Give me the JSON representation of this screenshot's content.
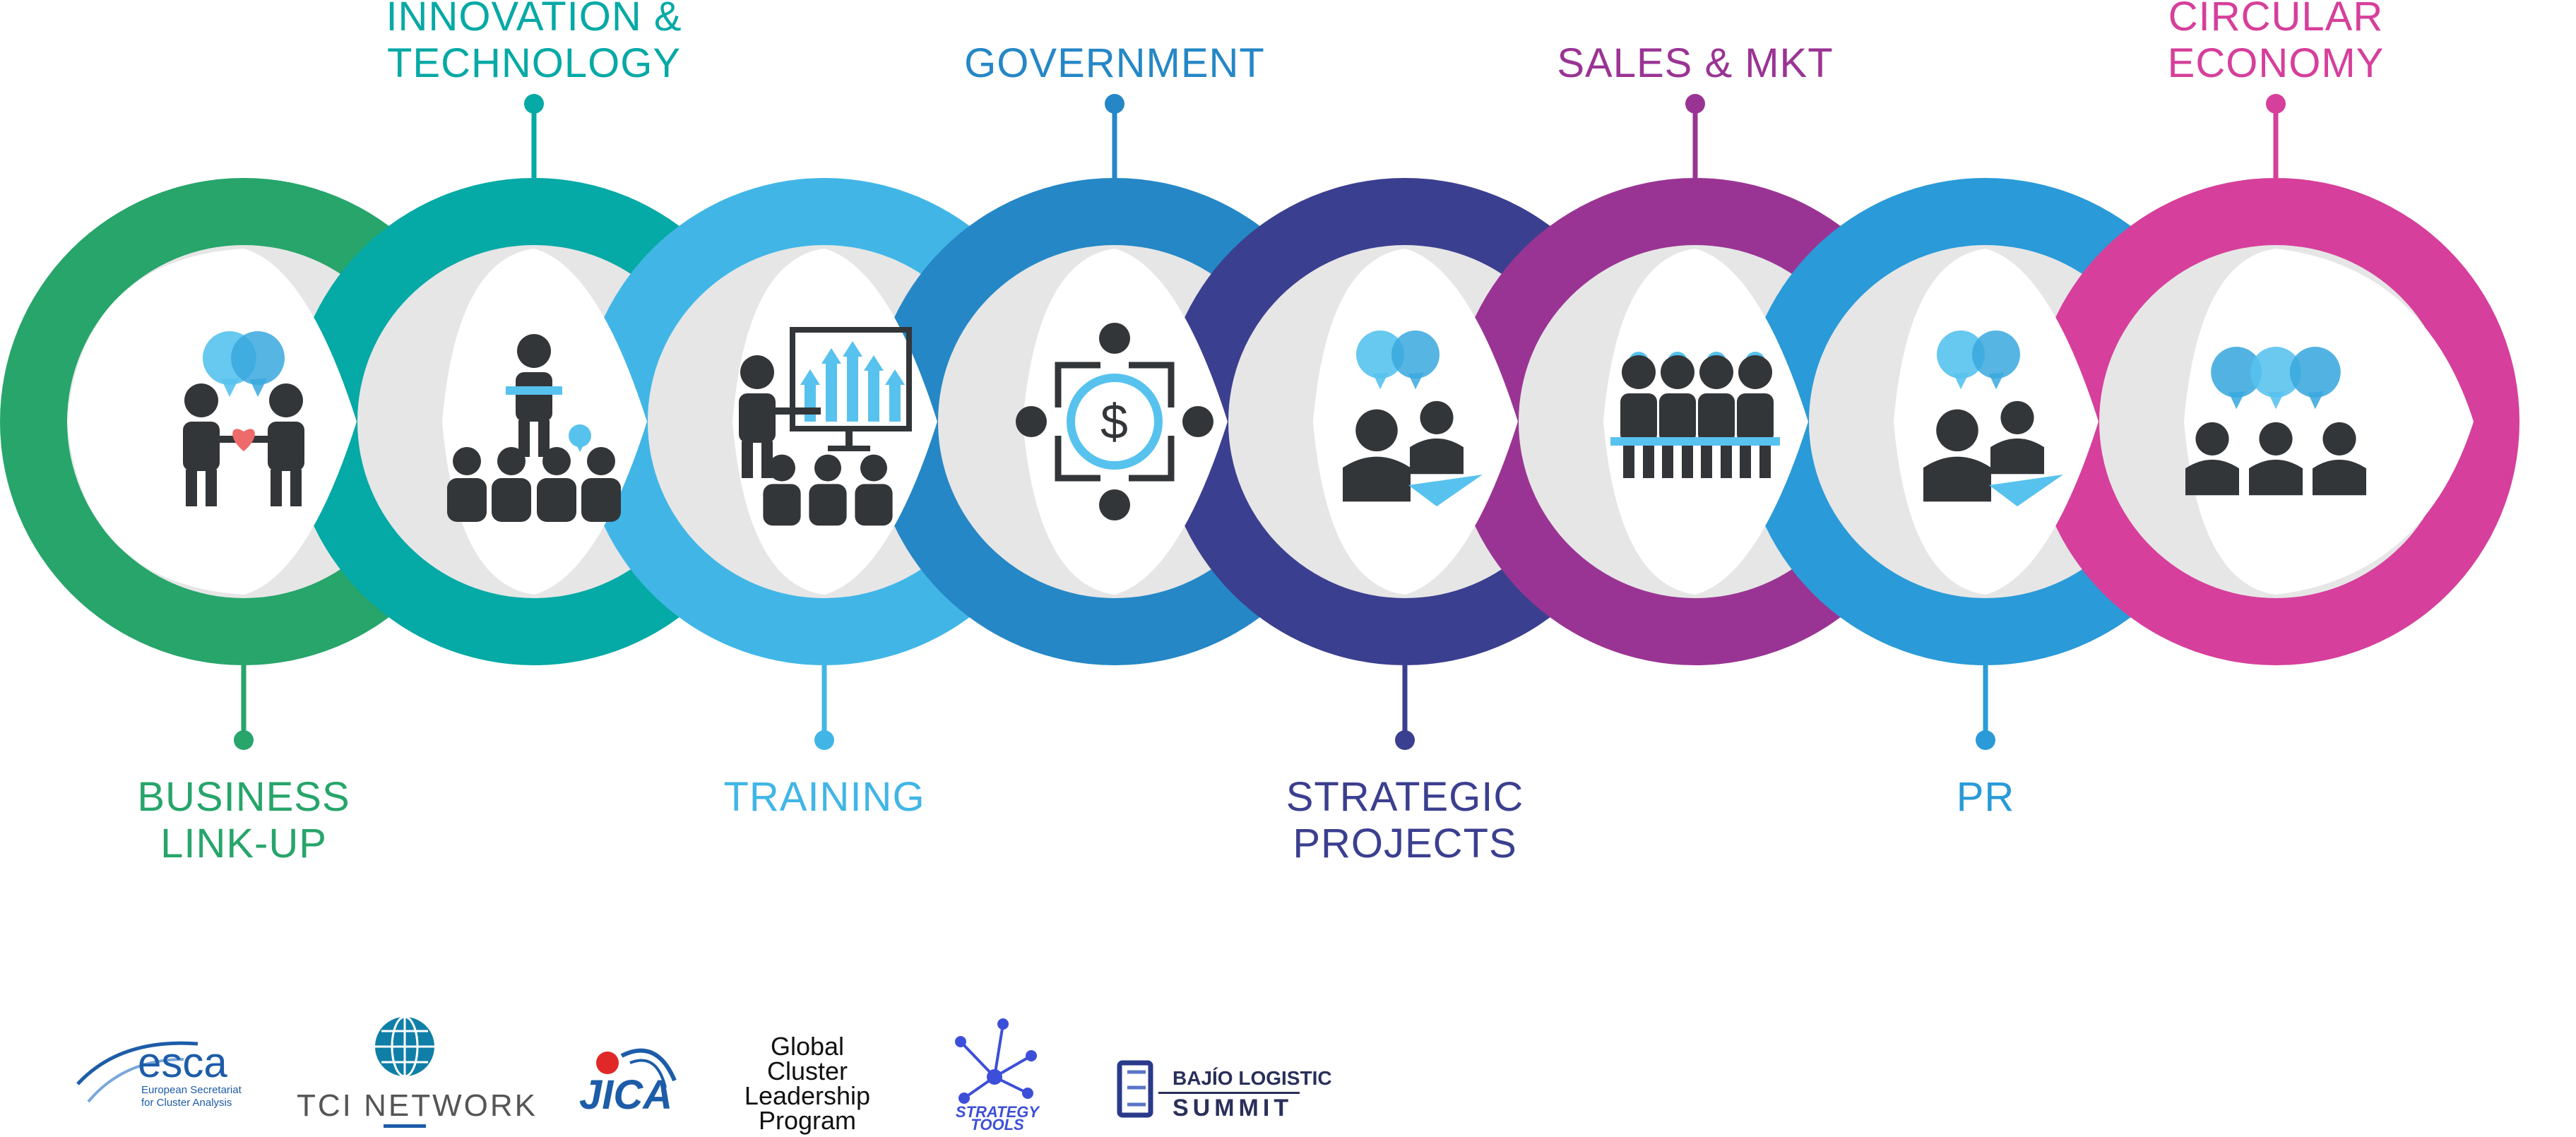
{
  "stages": [
    {
      "label_lines": [
        "BUSINESS",
        "LINK-UP"
      ],
      "color": "#27a56a",
      "label_pos": "bottom",
      "icon": "handshake-people-icon"
    },
    {
      "label_lines": [
        "INNOVATION &",
        "TECHNOLOGY"
      ],
      "color": "#05a9a5",
      "label_pos": "top",
      "icon": "speaker-audience-icon"
    },
    {
      "label_lines": [
        "TRAINING"
      ],
      "color": "#41b6e6",
      "label_pos": "bottom",
      "icon": "presentation-chart-icon"
    },
    {
      "label_lines": [
        "GOVERNMENT"
      ],
      "color": "#2587c6",
      "label_pos": "top",
      "icon": "funding-network-icon"
    },
    {
      "label_lines": [
        "STRATEGIC",
        "PROJECTS"
      ],
      "color": "#3b3f8f",
      "label_pos": "bottom",
      "icon": "discussion-pair-icon"
    },
    {
      "label_lines": [
        "SALES & MKT"
      ],
      "color": "#9a3494",
      "label_pos": "top",
      "icon": "panel-meeting-icon"
    },
    {
      "label_lines": [
        "PR"
      ],
      "color": "#2a9ad8",
      "label_pos": "bottom",
      "icon": "discussion-pair-icon"
    },
    {
      "label_lines": [
        "CIRCULAR",
        "ECONOMY"
      ],
      "color": "#d63f9b",
      "label_pos": "top",
      "icon": "group-talk-icon"
    }
  ],
  "logos": {
    "esca": {
      "name": "esca",
      "tagline_1": "European Secretariat",
      "tagline_2": "for Cluster Analysis",
      "color": "#1d5ca8"
    },
    "tci": {
      "name": "TCI NETWORK",
      "color": "#1d5ca8"
    },
    "jica": {
      "name": "JICA",
      "color": "#1d5ca8"
    },
    "gclp": {
      "lines": [
        "Global",
        "Cluster",
        "Leadership",
        "Program"
      ]
    },
    "strategy": {
      "lines": [
        "STRATEGY",
        "TOOLS"
      ],
      "color": "#3d4fd8"
    },
    "bajio": {
      "line1": "BAJÍO LOGISTIC",
      "line2": "SUMMIT"
    }
  },
  "colors": {
    "inner_fill": "#e6e6e6",
    "center_fill": "#ffffff",
    "icon_dark": "#333639",
    "icon_blue": "#57c2ee",
    "heart": "#ef6b6b"
  }
}
